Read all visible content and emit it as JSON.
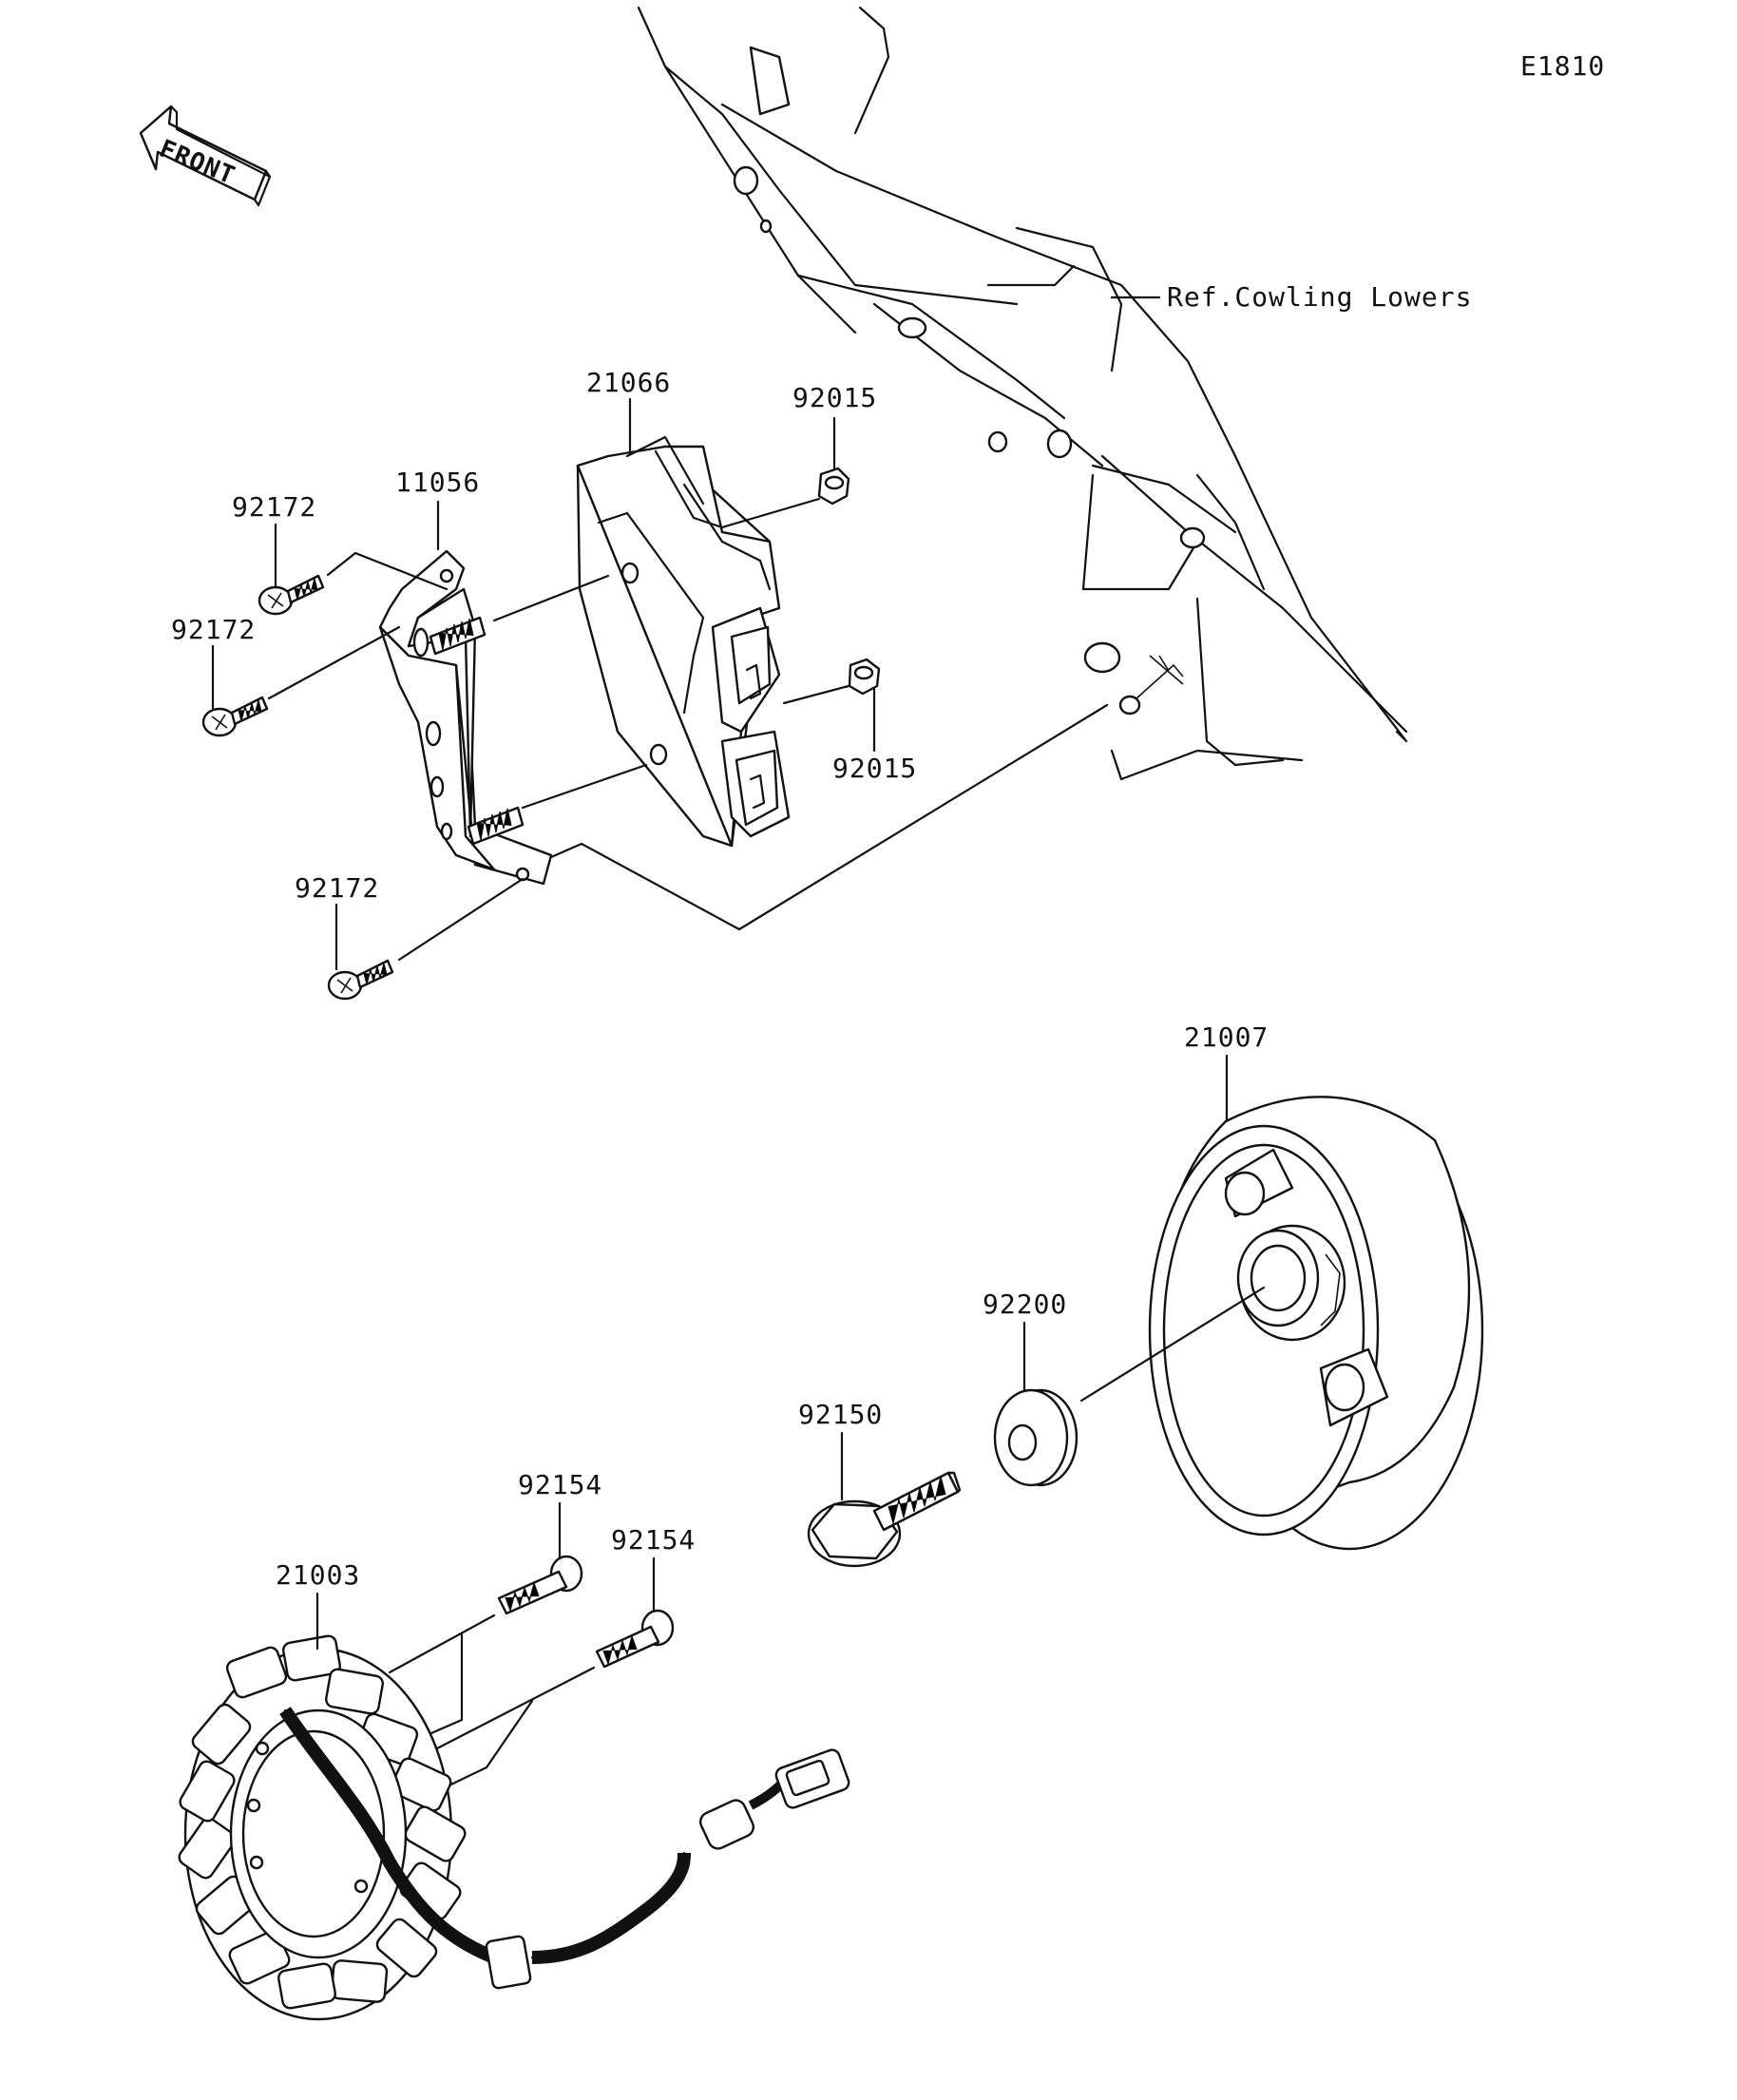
{
  "diagram_code": "E1810",
  "front_arrow_label": "FRONT",
  "reference_note": "Ref.Cowling Lowers",
  "parts": {
    "regulator": "21066",
    "bracket": "11056",
    "nut_upper": "92015",
    "nut_lower": "92015",
    "screw_top": "92172",
    "screw_mid": "92172",
    "screw_bottom": "92172",
    "flywheel": "21007",
    "washer": "92200",
    "flywheel_bolt": "92150",
    "stator_bolt_a": "92154",
    "stator_bolt_b": "92154",
    "stator": "21003"
  }
}
